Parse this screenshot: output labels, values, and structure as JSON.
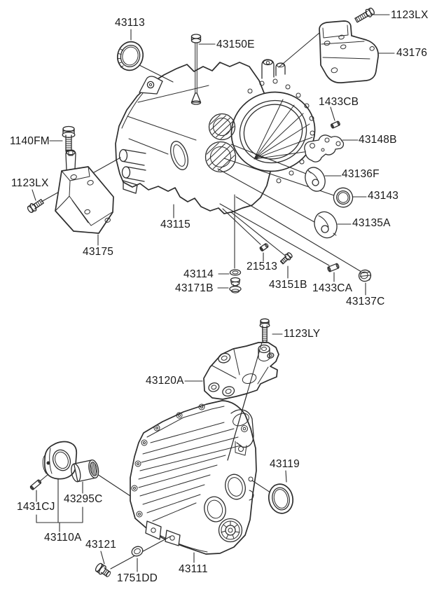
{
  "page": {
    "description": "Exploded parts diagram - transaxle case (manual transmission), two views",
    "background_color": "#ffffff",
    "line_color": "#2d2d2d",
    "text_color": "#191919"
  },
  "top_diagram": {
    "main_part_number": "43115",
    "callouts": [
      {
        "id": "43113",
        "text": "43113"
      },
      {
        "id": "43150E",
        "text": "43150E"
      },
      {
        "id": "1123LX-top",
        "text": "1123LX"
      },
      {
        "id": "43176",
        "text": "43176"
      },
      {
        "id": "1433CB",
        "text": "1433CB"
      },
      {
        "id": "43148B",
        "text": "43148B"
      },
      {
        "id": "1140FM",
        "text": "1140FM"
      },
      {
        "id": "1123LX-left",
        "text": "1123LX"
      },
      {
        "id": "43175",
        "text": "43175"
      },
      {
        "id": "43115",
        "text": "43115"
      },
      {
        "id": "43114",
        "text": "43114"
      },
      {
        "id": "43171B",
        "text": "43171B"
      },
      {
        "id": "21513",
        "text": "21513"
      },
      {
        "id": "43151B",
        "text": "43151B"
      },
      {
        "id": "1433CA",
        "text": "1433CA"
      },
      {
        "id": "43137C",
        "text": "43137C"
      },
      {
        "id": "43136F",
        "text": "43136F"
      },
      {
        "id": "43143",
        "text": "43143"
      },
      {
        "id": "43135A",
        "text": "43135A"
      }
    ]
  },
  "bottom_diagram": {
    "main_part_number": "43111",
    "callouts": [
      {
        "id": "1123LY",
        "text": "1123LY"
      },
      {
        "id": "43120A",
        "text": "43120A"
      },
      {
        "id": "43119",
        "text": "43119"
      },
      {
        "id": "1431CJ",
        "text": "1431CJ"
      },
      {
        "id": "43295C",
        "text": "43295C"
      },
      {
        "id": "43110A",
        "text": "43110A"
      },
      {
        "id": "43121",
        "text": "43121"
      },
      {
        "id": "1751DD",
        "text": "1751DD"
      },
      {
        "id": "43111",
        "text": "43111"
      }
    ]
  }
}
